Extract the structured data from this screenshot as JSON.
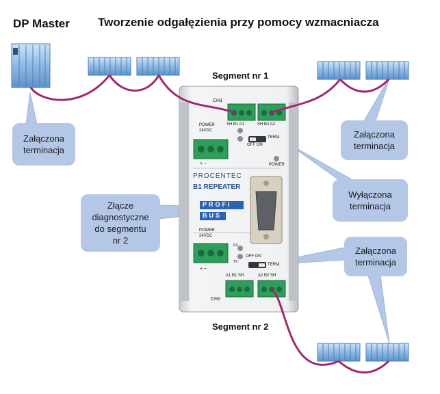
{
  "header": {
    "master_label": "DP Master",
    "title": "Tworzenie odgałęzienia przy pomocy wzmacniacza"
  },
  "segments": {
    "seg1": "Segment nr 1",
    "seg2": "Segment nr 2"
  },
  "callouts": {
    "master_term": "Załączona\nterminacja",
    "right_top_term": "Załączona\nterminacja",
    "term_off": "Wyłączona\nterminacja",
    "diag": "Złącze\ndiagnostyczne\ndo segmentu\nnr 2",
    "bottom_term": "Załączona\nterminacja"
  },
  "device": {
    "brand": "PROCENTEC",
    "model": "B1 REPEATER",
    "logo_top": "PROFI",
    "logo_bottom": "BUS",
    "ch1": "CH1",
    "ch2": "CH2",
    "ch1_pins_left": "SH B1 A1",
    "ch1_pins_right": "SH B2 A2",
    "ch2_pins_left": "A1 B1 SH",
    "ch2_pins_right": "A2 B2 SH",
    "power_label": "POWER",
    "power_label_2": "24VDC",
    "power_led": "POWER",
    "term": "TERM.",
    "off_on": "OFF ON",
    "rx": "RX",
    "tx": "TX",
    "pm": "+ −"
  },
  "colors": {
    "cable": "#a0286e",
    "callout": "#b4c7e7",
    "module": "#8fb9e6",
    "connector": "#2e9e5a"
  }
}
